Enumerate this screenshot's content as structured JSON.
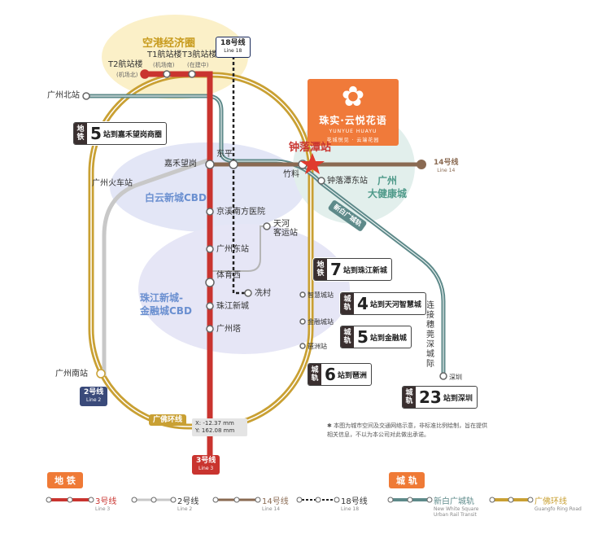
{
  "zones": {
    "airport": "空港经济圈",
    "baiyun": "白云新城CBD",
    "zhujiang": "珠江新城-\n金融城CBD",
    "health": "广州\n大健康城"
  },
  "brand": {
    "name": "珠实·云悦花语",
    "en": "YUNYUE HUAYU",
    "slogan": "花城悦见 · 云端花园"
  },
  "stations": {
    "t2": "T2航站楼",
    "t2_sub": "(机场北)",
    "t1": "T1航站楼",
    "t1_sub": "(机场南)",
    "t3": "T3航站楼",
    "t3_sub": "(在建中)",
    "guangzhou_north": "广州北站",
    "jiahe": "嘉禾望岗",
    "dongping": "东平",
    "zhuliao": "竹料",
    "zhongluotan": "钟落潭站",
    "zhongluotan_east": "钟落潭东站",
    "guangzhou_station": "广州火车站",
    "jingxi": "京溪南方医院",
    "tianhe_bus": "天河\n客运站",
    "guangzhou_east": "广州东站",
    "tiyuxi": "体育西",
    "xiancun": "冼村",
    "zhujiang_newtown": "珠江新城",
    "canton_tower": "广州塔",
    "zhihui": "智慧城站",
    "jinrong": "金融城站",
    "pazhou": "琶洲站",
    "guangzhou_south": "广州南站",
    "shenzhen": "深圳",
    "intercity_note": "连\n接\n穗\n莞\n深\n城\n际"
  },
  "badges": [
    {
      "kind": "地\n铁",
      "num": "5",
      "text": "站到嘉禾望岗商圈"
    },
    {
      "kind": "地\n铁",
      "num": "7",
      "text": "站到珠江新城"
    },
    {
      "kind": "城\n轨",
      "num": "4",
      "text": "站到天河智慧城"
    },
    {
      "kind": "城\n轨",
      "num": "5",
      "text": "站到金融城"
    },
    {
      "kind": "城\n轨",
      "num": "6",
      "text": "站到琶洲"
    },
    {
      "kind": "城\n轨",
      "num": "23",
      "text": "站到深圳"
    }
  ],
  "line_tags": {
    "l18": {
      "cn": "18号线",
      "en": "Line 18"
    },
    "l14": {
      "cn": "14号线",
      "en": "Line 14"
    },
    "l2": {
      "cn": "2号线",
      "en": "Line 2"
    },
    "l3": {
      "cn": "3号线",
      "en": "Line 3"
    },
    "ring": "广佛环线",
    "xinbai": "新白广城轨"
  },
  "coord_readout": {
    "x": "X: -12.37 mm",
    "y": "Y: 162.08 mm"
  },
  "note": "本图为城市空间及交通网络示意，非标准比例绘制，旨在提供相关信息，不以为本公司对此做出承诺。",
  "legend": {
    "metro_title": "地 铁",
    "rail_title": "城 轨",
    "items": [
      {
        "cn": "3号线",
        "en": "Line 3"
      },
      {
        "cn": "2号线",
        "en": "Line 2"
      },
      {
        "cn": "14号线",
        "en": "Line 14"
      },
      {
        "cn": "18号线",
        "en": "Line 18"
      },
      {
        "cn": "新白广城轨",
        "en": "New White Square\nUrban Rail Transit"
      },
      {
        "cn": "广佛环线",
        "en": "Guangfo Ring Road"
      }
    ]
  },
  "colors": {
    "line3": "#c9342f",
    "line2": "#bdbdbd",
    "line14": "#8a6a52",
    "line18": "#222222",
    "ring": "#c9a033",
    "xinbai": "#5e8a8a",
    "brand": "#f07a3a",
    "metro_tag": "#ef7a36",
    "rail_tag": "#ef7a36"
  }
}
